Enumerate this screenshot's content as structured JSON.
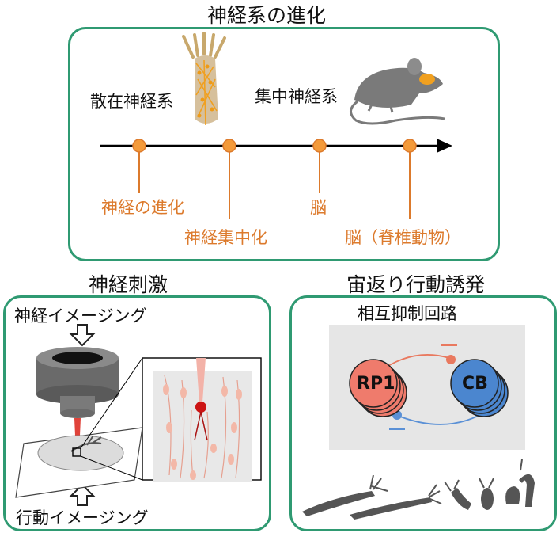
{
  "top": {
    "title": "神経系の進化",
    "diffuse_label": "散在神経系",
    "central_label": "集中神経系",
    "milestones": [
      "神経の進化",
      "神経集中化",
      "脳",
      "脳（脊椎動物）"
    ]
  },
  "stim": {
    "title": "神経刺激",
    "neural_imaging": "神経イメージング",
    "behavior_imaging": "行動イメージング"
  },
  "somersault": {
    "title": "宙返り行動誘発",
    "subtitle": "相互抑制回路",
    "node_left": "RP1",
    "node_right": "CB",
    "inhibit_top": "−",
    "inhibit_bottom": "−"
  },
  "colors": {
    "frame": "#2f9a72",
    "orange": "#dc7a2c",
    "rp1": "#ef7b6c",
    "cb": "#4b86cf",
    "inhibit_red": "#e9795f",
    "inhibit_blue": "#5a90d6"
  }
}
